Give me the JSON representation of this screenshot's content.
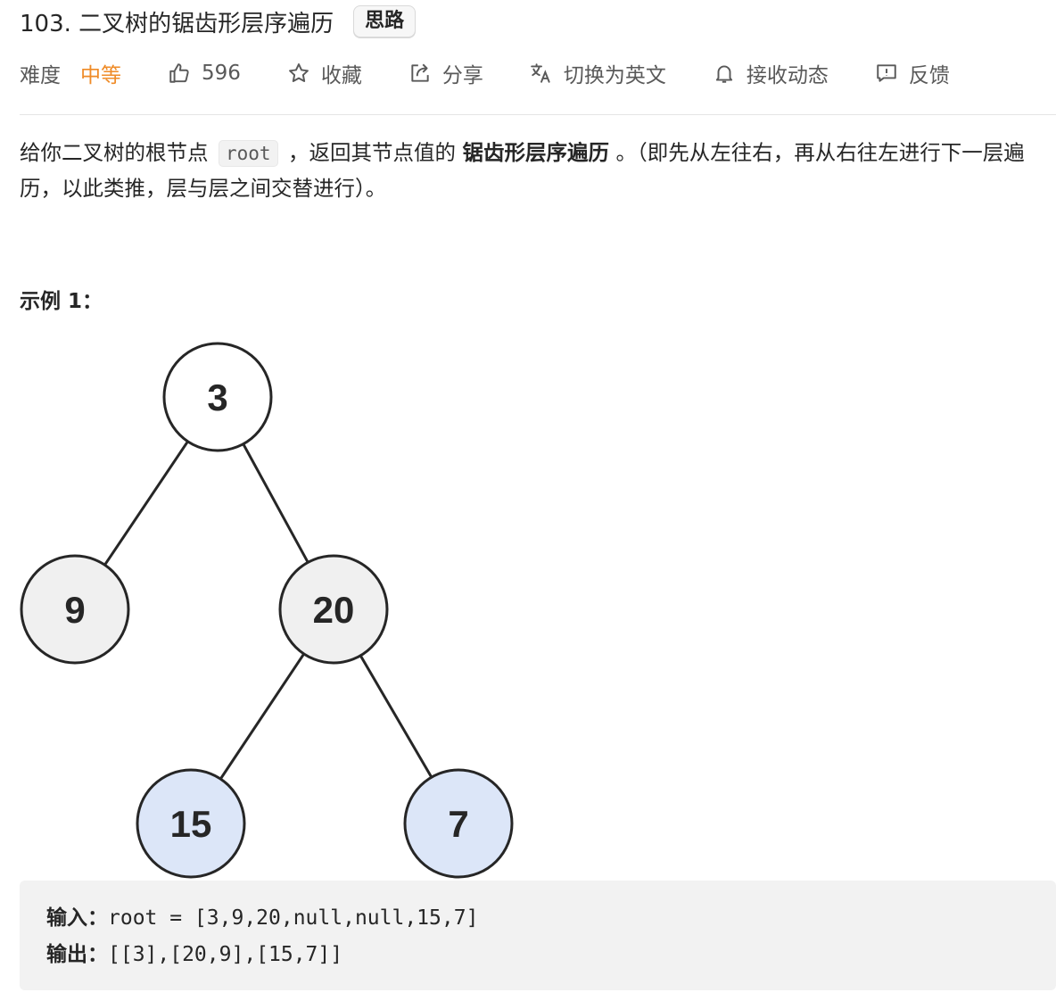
{
  "problem": {
    "title": "103. 二叉树的锯齿形层序遍历",
    "tag": "思路"
  },
  "meta": {
    "difficulty_label": "难度",
    "difficulty_value": "中等",
    "likes": "596",
    "favorite": "收藏",
    "share": "分享",
    "translate": "切换为英文",
    "notify": "接收动态",
    "feedback": "反馈"
  },
  "colors": {
    "difficulty": "#ef8b27",
    "highlight_node_fill": "#dce6f8",
    "node_fill": "#f0f0f0",
    "code_bg": "#f2f2f2"
  },
  "icons": [
    "thumbs-up-icon",
    "star-icon",
    "share-icon",
    "translate-icon",
    "bell-icon",
    "feedback-icon"
  ],
  "description": {
    "part1": "给你二叉树的根节点 ",
    "code": "root",
    "part2": " ，返回其节点值的 ",
    "bold": "锯齿形层序遍历",
    "part3": " 。（即先从左往右，再从右往左进行下一层遍历，以此类推，层与层之间交替进行）。"
  },
  "example": {
    "heading": "示例 1：",
    "tree": {
      "nodes": [
        {
          "id": "n3",
          "value": "3",
          "highlight": false
        },
        {
          "id": "n9",
          "value": "9",
          "highlight": false
        },
        {
          "id": "n20",
          "value": "20",
          "highlight": false
        },
        {
          "id": "n15",
          "value": "15",
          "highlight": true
        },
        {
          "id": "n7",
          "value": "7",
          "highlight": true
        }
      ],
      "edges": [
        [
          "n3",
          "n9"
        ],
        [
          "n3",
          "n20"
        ],
        [
          "n20",
          "n15"
        ],
        [
          "n20",
          "n7"
        ]
      ]
    },
    "input_label": "输入：",
    "input_value": "root = [3,9,20,null,null,15,7]",
    "output_label": "输出：",
    "output_value": "[[3],[20,9],[15,7]]"
  }
}
